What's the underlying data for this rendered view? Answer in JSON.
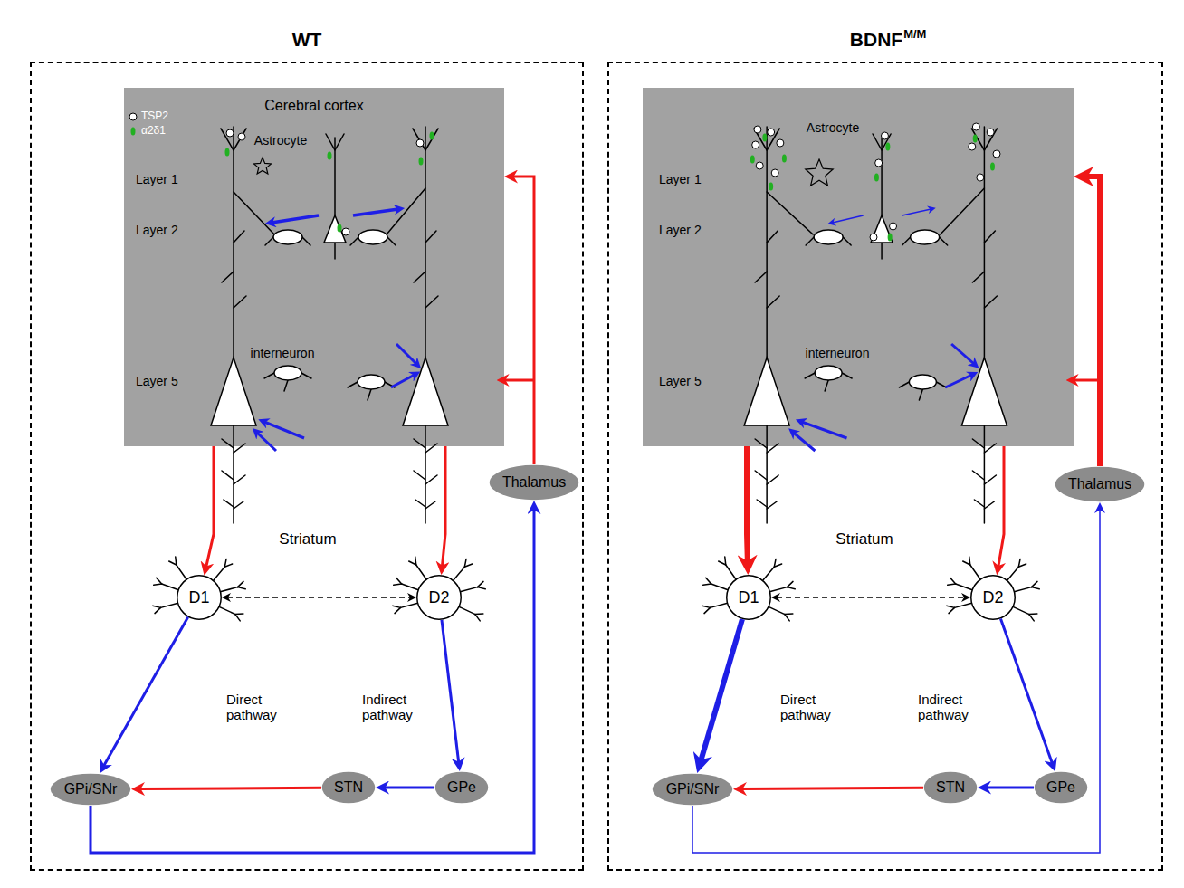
{
  "diagram": {
    "nodes": [
      {
        "text": [
          "WT"
        ]
      },
      {
        "text": [
          "Cerebral cortex",
          "Layer 1",
          "Layer 2",
          "Astrocyte",
          "interneuron",
          "Layer 5"
        ],
        "in": 0
      },
      {
        "text": [
          "Striatum"
        ],
        "in": 0
      },
      {
        "text": [
          "D1"
        ],
        "in": 2
      },
      {
        "text": [
          "D2"
        ],
        "in": 2
      },
      {
        "text": [
          "Thalamus"
        ],
        "in": 0
      },
      {
        "text": [
          "GPi/SNr"
        ],
        "in": 0
      },
      {
        "text": [
          "STN"
        ],
        "in": 0
      },
      {
        "text": [
          "GPe"
        ],
        "in": 0
      },
      {
        "text": [
          "BDNF",
          "M/M"
        ]
      },
      {
        "text": [
          "Astrocyte",
          "Layer 1",
          "Layer 2",
          "interneuron",
          "Layer 5"
        ],
        "in": 9
      },
      {
        "text": [
          "Striatum"
        ],
        "in": 9
      },
      {
        "text": [
          "D1"
        ],
        "in": 11
      },
      {
        "text": [
          "D2"
        ],
        "in": 11
      },
      {
        "text": [
          "Thalamus"
        ],
        "in": 9
      },
      {
        "text": [
          "GPi/SNr"
        ],
        "in": 9
      },
      {
        "text": [
          "STN"
        ],
        "in": 9
      },
      {
        "text": [
          "GPe"
        ],
        "in": 9
      }
    ],
    "edges": [
      {
        "from": 1,
        "to": 3,
        "arrow": "to"
      },
      {
        "from": 1,
        "to": 4,
        "arrow": "to"
      },
      {
        "from": 3,
        "to": 4,
        "arrow": "both"
      },
      {
        "from": 3,
        "to": 6,
        "label": "Direct pathway",
        "arrow": "to"
      },
      {
        "from": 4,
        "to": 8,
        "label": "Indirect pathway",
        "arrow": "to"
      },
      {
        "from": 8,
        "to": 7,
        "arrow": "to"
      },
      {
        "from": 7,
        "to": 6,
        "arrow": "to"
      },
      {
        "from": 6,
        "to": 5,
        "arrow": "to"
      },
      {
        "from": 5,
        "to": 1,
        "arrow": "to"
      },
      {
        "from": 10,
        "to": 12,
        "arrow": "to"
      },
      {
        "from": 10,
        "to": 13,
        "arrow": "to"
      },
      {
        "from": 12,
        "to": 13,
        "arrow": "both"
      },
      {
        "from": 12,
        "to": 15,
        "label": "Direct pathway",
        "arrow": "to"
      },
      {
        "from": 13,
        "to": 17,
        "label": "Indirect pathway",
        "arrow": "to"
      },
      {
        "from": 17,
        "to": 16,
        "arrow": "to"
      },
      {
        "from": 16,
        "to": 15,
        "arrow": "to"
      },
      {
        "from": 15,
        "to": 14,
        "arrow": "to"
      },
      {
        "from": 14,
        "to": 10,
        "arrow": "to"
      }
    ],
    "legend": [
      {
        "text": "TSP2",
        "color": "#ffffff"
      },
      {
        "text": "α2δ1",
        "color": "#22b022"
      }
    ]
  }
}
